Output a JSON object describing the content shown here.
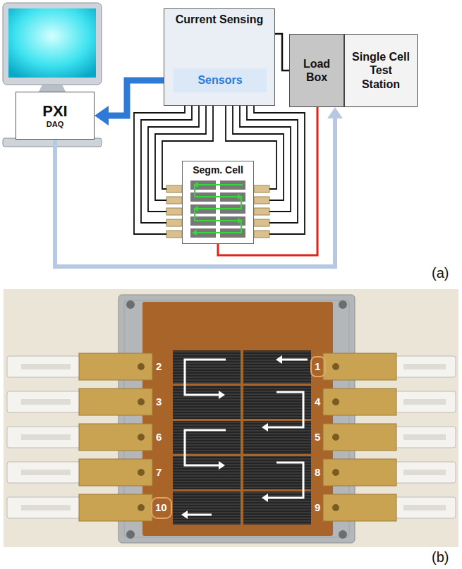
{
  "diagram": {
    "nodes": [
      {
        "text": [
          "Current Sensing"
        ]
      },
      {
        "text": [
          "Sensors"
        ],
        "in": 0
      },
      {
        "text": [
          "PXI",
          "DAQ"
        ]
      },
      {
        "text": [
          "Load Box"
        ]
      },
      {
        "text": [
          "Single Cell Test Station"
        ]
      },
      {
        "text": [
          "Segm. Cell"
        ]
      }
    ],
    "edges": [
      {
        "from": 1,
        "to": 2,
        "arrow": "to"
      },
      {
        "from": 2,
        "to": 3,
        "arrow": "to"
      },
      {
        "from": 0,
        "to": 3,
        "arrow": "none"
      },
      {
        "from": 0,
        "to": 5,
        "arrow": "none"
      },
      {
        "from": 5,
        "to": 3,
        "arrow": "none"
      }
    ],
    "labels": [
      "(a)",
      "2",
      "1",
      "3",
      "4",
      "6",
      "5",
      "7",
      "8",
      "10",
      "9",
      "(b)"
    ]
  }
}
